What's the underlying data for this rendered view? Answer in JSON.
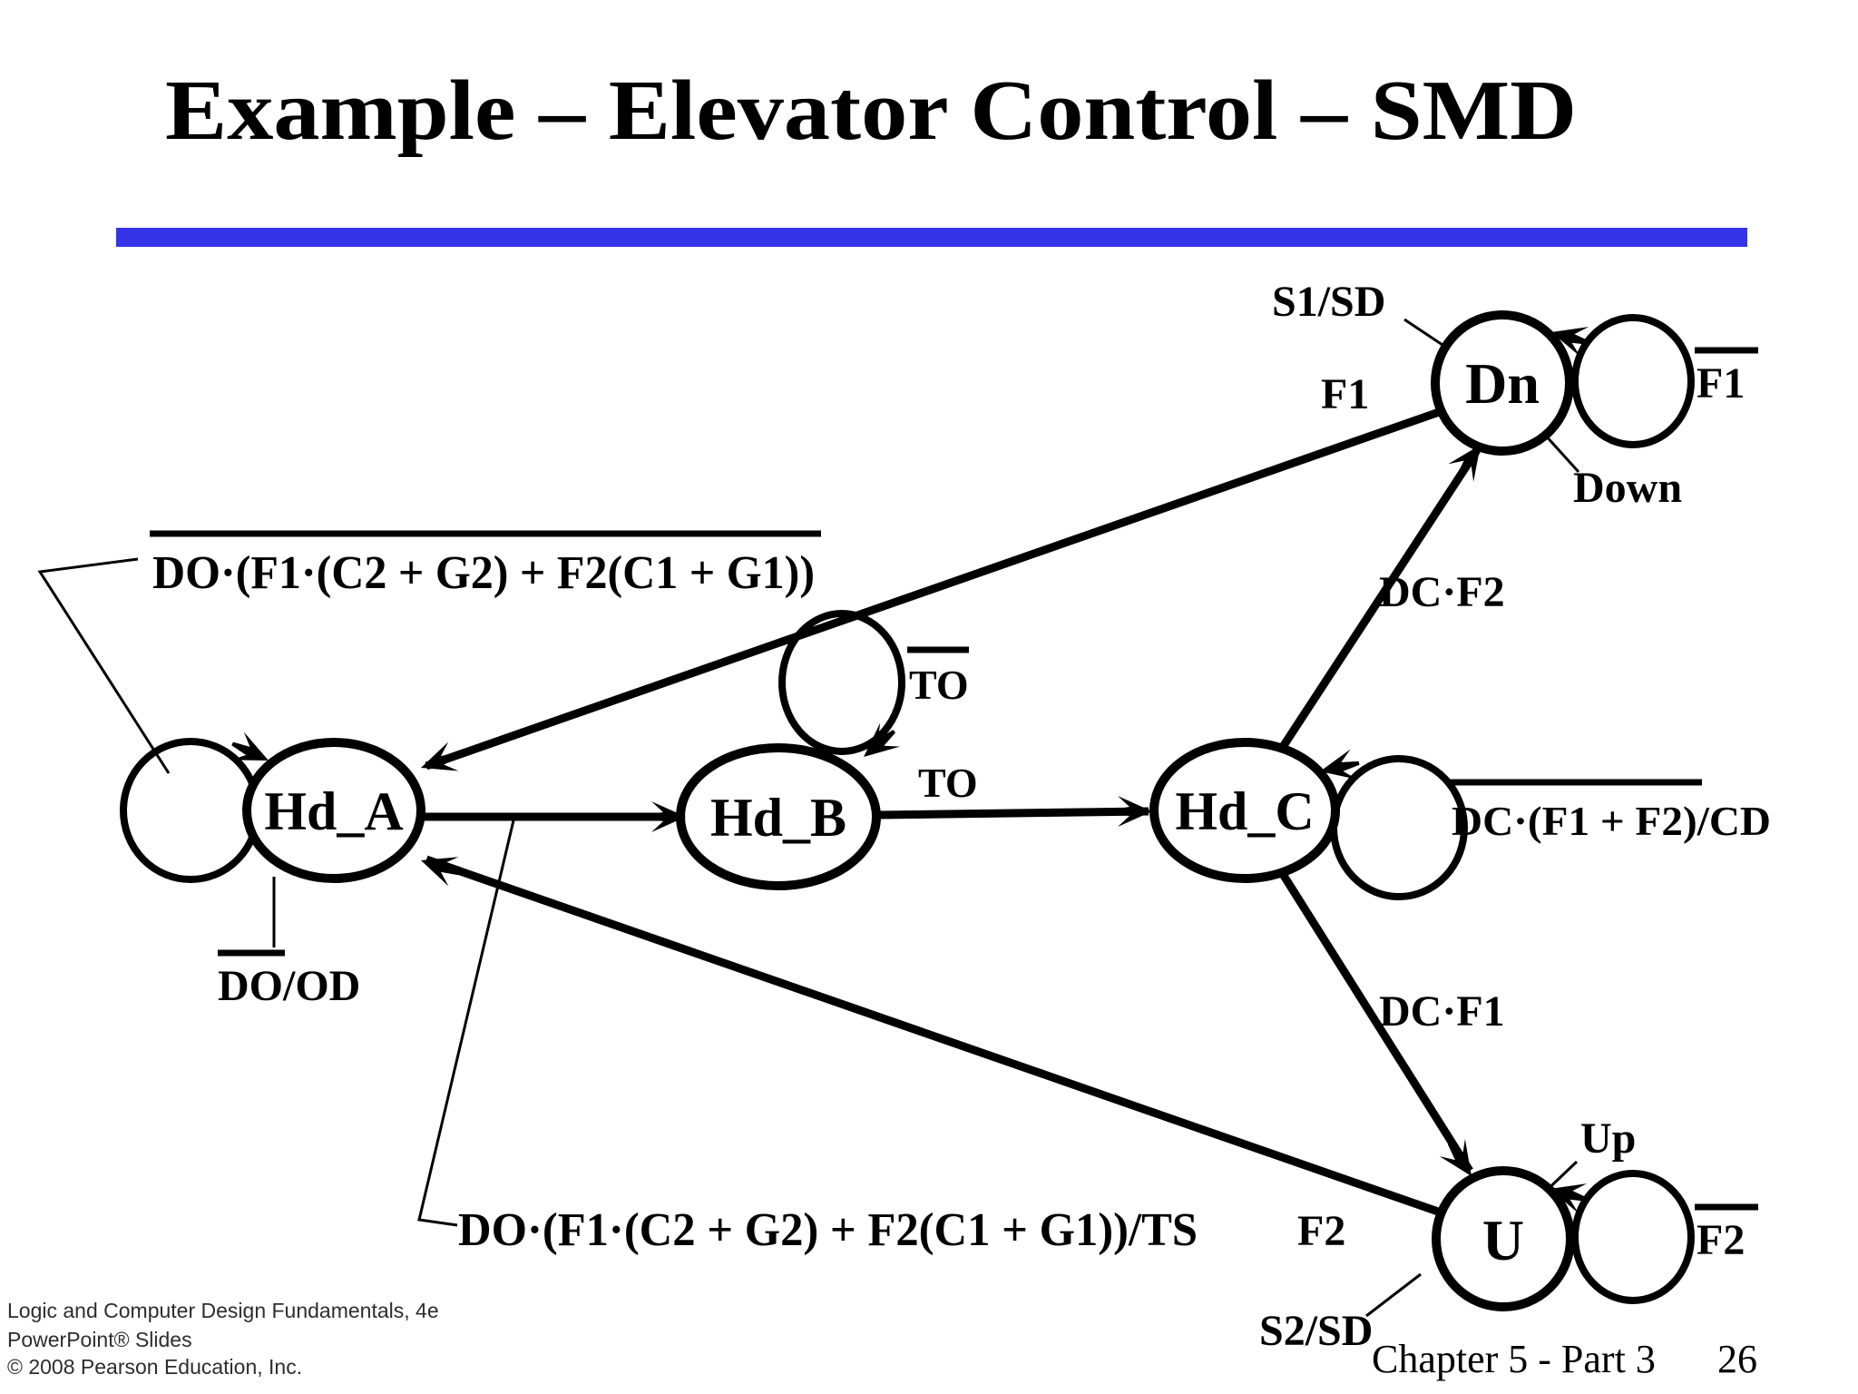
{
  "title": "Example – Elevator Control – SMD",
  "colors": {
    "accent_bar": "#3533e8",
    "ink": "#000000",
    "background": "#ffffff"
  },
  "diagram": {
    "type": "state-machine",
    "states": {
      "hd_a": "Hd_A",
      "hd_b": "Hd_B",
      "hd_c": "Hd_C",
      "dn": "Dn",
      "u": "U"
    },
    "labels": {
      "s1_sd": "S1/SD",
      "f1": "F1",
      "f1_bar": "F1",
      "down": "Down",
      "dc_f2": "DC·F2",
      "to_bar": "TO",
      "to": "TO",
      "dc_f1f2_cd": "DC·(F1 + F2)/CD",
      "formula_top": "DO·(F1·(C2 + G2) + F2(C1 + G1))",
      "do_od": "DO/OD",
      "formula_bottom": "DO·(F1·(C2 + G2) + F2(C1 + G1))/TS",
      "f2": "F2",
      "f2_bar": "F2",
      "up": "Up",
      "s2_sd": "S2/SD",
      "dc_f1": "DC·F1"
    }
  },
  "footer": {
    "line1": "Logic and Computer Design Fundamentals, 4e",
    "line2": "PowerPoint® Slides",
    "line3": "© 2008 Pearson Education, Inc.",
    "chapter": "Chapter 5 - Part 3",
    "page_number": "26"
  }
}
